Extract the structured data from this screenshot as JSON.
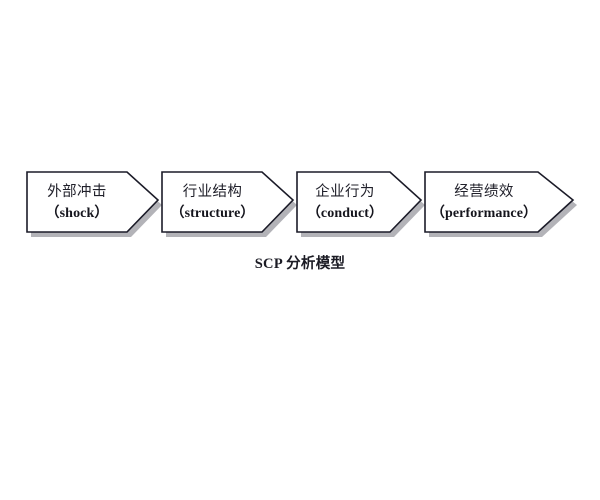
{
  "diagram": {
    "title": "SCP 分析模型",
    "title_latin": "SCP",
    "title_cjk": " 分析模型",
    "background_color": "#ffffff",
    "stroke_color": "#1b1b28",
    "fill_color": "#ffffff",
    "shadow_color": "#b3b3b8",
    "stages": [
      {
        "id": "shock",
        "cn": "外部冲击",
        "en": "（shock）",
        "en_text": "shock",
        "order": 1
      },
      {
        "id": "structure",
        "cn": "行业结构",
        "en": "（structure）",
        "en_text": "structure",
        "order": 2
      },
      {
        "id": "conduct",
        "cn": "企业行为",
        "en": "（conduct）",
        "en_text": "conduct",
        "order": 3
      },
      {
        "id": "performance",
        "cn": "经营绩效",
        "en": "（performance）",
        "en_text": "performance",
        "order": 4
      }
    ]
  }
}
